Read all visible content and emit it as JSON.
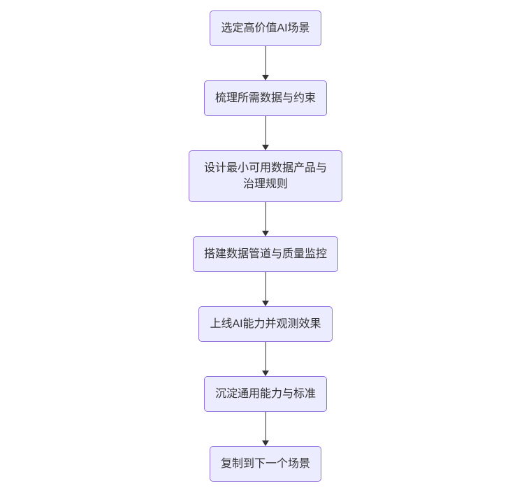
{
  "diagram": {
    "type": "flowchart",
    "direction": "top-down",
    "nodes": [
      {
        "id": "1",
        "label": "选定高价值AI场景"
      },
      {
        "id": "2",
        "label": "梳理所需数据与约束"
      },
      {
        "id": "3",
        "label": "设计最小可用数据产品与治理规则"
      },
      {
        "id": "4",
        "label": "搭建数据管道与质量监控"
      },
      {
        "id": "5",
        "label": "上线AI能力并观测效果"
      },
      {
        "id": "6",
        "label": "沉淀通用能力与标准"
      },
      {
        "id": "7",
        "label": "复制到下一个场景"
      }
    ],
    "edges": [
      {
        "from": "1",
        "to": "2"
      },
      {
        "from": "2",
        "to": "3"
      },
      {
        "from": "3",
        "to": "4"
      },
      {
        "from": "4",
        "to": "5"
      },
      {
        "from": "5",
        "to": "6"
      },
      {
        "from": "6",
        "to": "7"
      }
    ],
    "colors": {
      "node_fill": "#ECECFF",
      "node_border": "#9370DB",
      "arrow": "#333333",
      "text": "#333333"
    }
  }
}
